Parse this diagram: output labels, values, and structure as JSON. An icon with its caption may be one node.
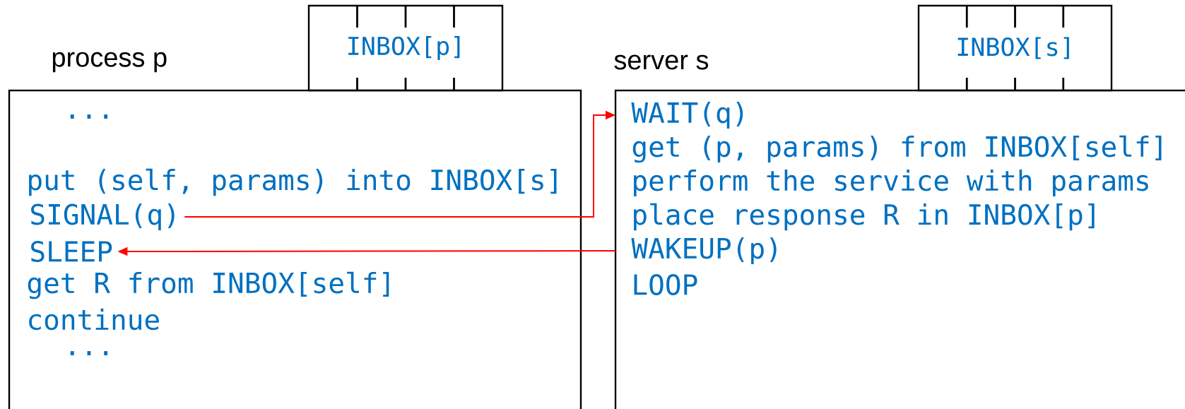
{
  "diagram": {
    "nodes": [
      {
        "text": [
          "process p"
        ]
      },
      {
        "text": [
          "INBOX[p]"
        ]
      },
      {
        "text": [
          "..."
        ],
        "in": 0
      },
      {
        "text": [
          "put (self, params) into INBOX[s]"
        ],
        "in": 0
      },
      {
        "text": [
          "SIGNAL(q)"
        ],
        "in": 0
      },
      {
        "text": [
          "SLEEP"
        ],
        "in": 0
      },
      {
        "text": [
          "get R from INBOX[self]"
        ],
        "in": 0
      },
      {
        "text": [
          "continue"
        ],
        "in": 0
      },
      {
        "text": [
          "..."
        ],
        "in": 0
      },
      {
        "text": [
          "server s"
        ]
      },
      {
        "text": [
          "INBOX[s]"
        ]
      },
      {
        "text": [
          "WAIT(q)"
        ],
        "in": 9
      },
      {
        "text": [
          "get (p, params) from INBOX[self]"
        ],
        "in": 9
      },
      {
        "text": [
          "perform the service with params"
        ],
        "in": 9
      },
      {
        "text": [
          "place response R in INBOX[p]"
        ],
        "in": 9
      },
      {
        "text": [
          "WAKEUP(p)"
        ],
        "in": 9
      },
      {
        "text": [
          "LOOP"
        ],
        "in": 9
      }
    ],
    "edges": [
      {
        "from": 4,
        "to": 11,
        "arrow": "to",
        "color": "#ff0000"
      },
      {
        "from": 15,
        "to": 5,
        "arrow": "to",
        "color": "#ff0000"
      }
    ]
  }
}
